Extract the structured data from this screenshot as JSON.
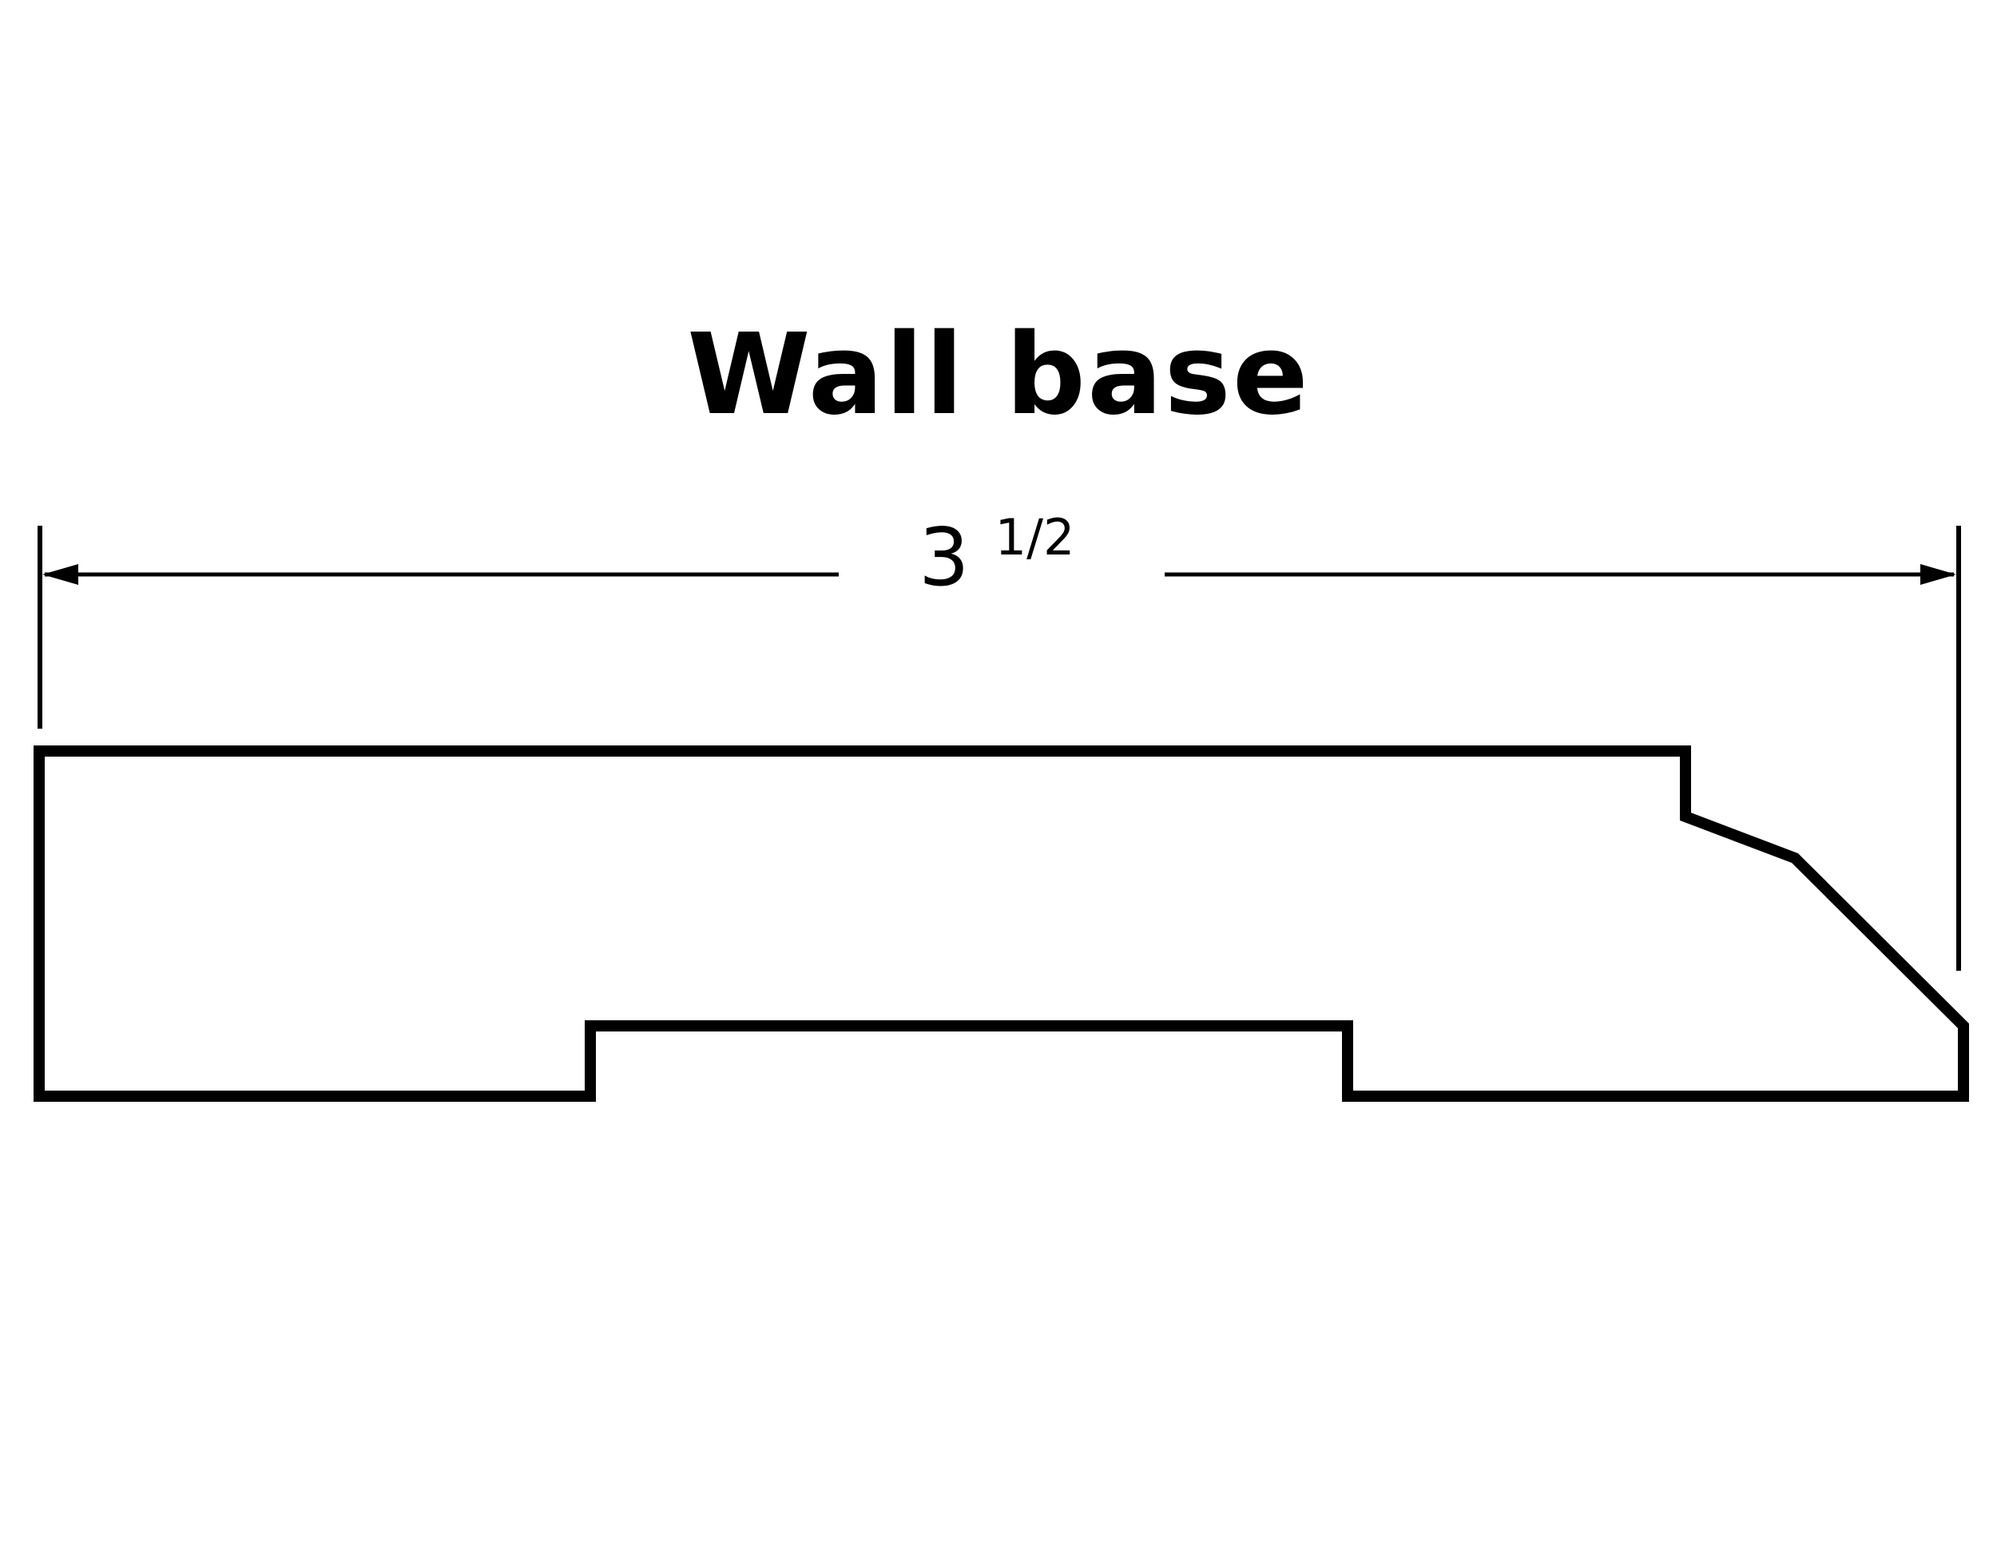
{
  "title": "Wall base",
  "dimension": {
    "whole": "3",
    "fraction": "1/2"
  },
  "colors": {
    "line": "#000000",
    "background": "#ffffff"
  }
}
